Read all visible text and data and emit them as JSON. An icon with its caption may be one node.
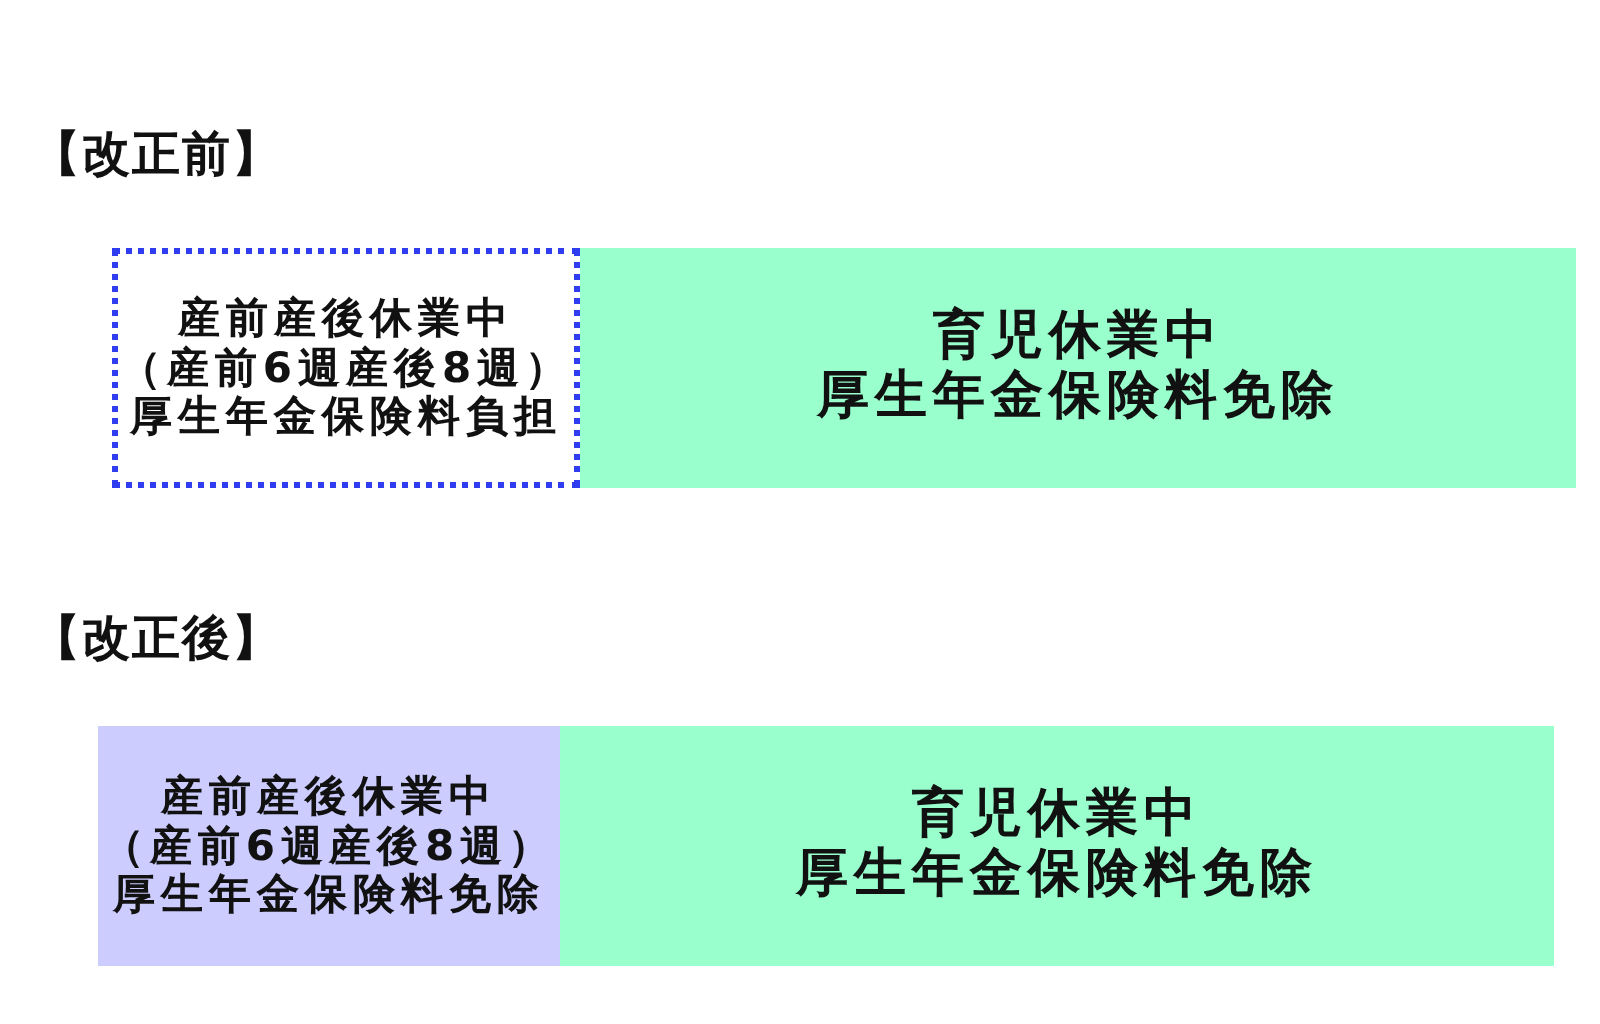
{
  "diagram": {
    "nodes": [
      {
        "text": [
          "産前産後休業中（産前6週産後8週）",
          "厚生年金保険料負担"
        ]
      },
      {
        "text": [
          "育児休業中",
          "厚生年金保険料免除"
        ]
      },
      {
        "text": [
          "産前産後休業中（産前6週産後8週）",
          "厚生年金保険料免除"
        ]
      },
      {
        "text": [
          "育児休業中",
          "厚生年金保険料免除"
        ]
      }
    ],
    "labels": [
      "【改正前】",
      "【改正後】"
    ]
  }
}
